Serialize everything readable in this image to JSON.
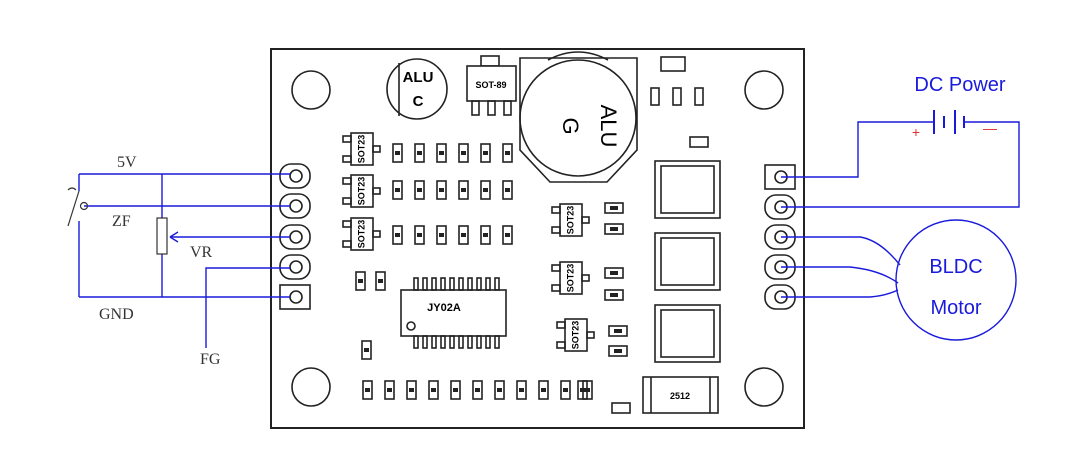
{
  "left_labels": {
    "v5": "5V",
    "zf": "ZF",
    "vr": "VR",
    "gnd": "GND",
    "fg": "FG"
  },
  "power": {
    "title": "DC Power",
    "plus": "+",
    "minus": "—"
  },
  "motor": {
    "line1": "BLDC",
    "line2": "Motor"
  },
  "board": {
    "aluc_top": "ALU",
    "aluc_bottom": "C",
    "cap_label_1": "ALU",
    "cap_label_2": "G",
    "sot89": "SOT-89",
    "ic": "JY02A",
    "resistor": "2512",
    "sot23": "SOT23"
  },
  "colors": {
    "wire": "#1a1adc",
    "lines": "#222222"
  }
}
